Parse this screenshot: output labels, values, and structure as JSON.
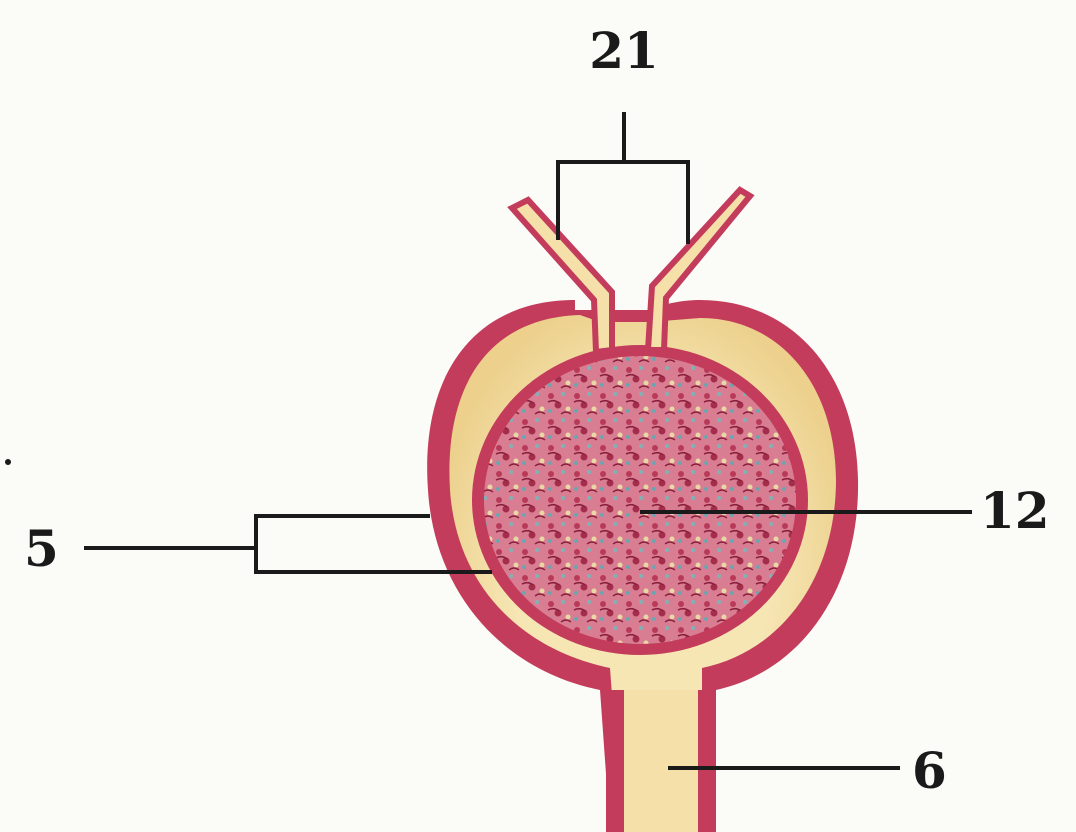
{
  "labels": {
    "top": "21",
    "right": "12",
    "left": "5",
    "bottom": "6"
  },
  "colors": {
    "outer_wall": "#c43c5c",
    "capsule_space": "#f4e0a8",
    "tuft_fill": "#d46a80",
    "tuft_speckle": "#6aa6b0",
    "leader_line": "#1a1a1a"
  }
}
